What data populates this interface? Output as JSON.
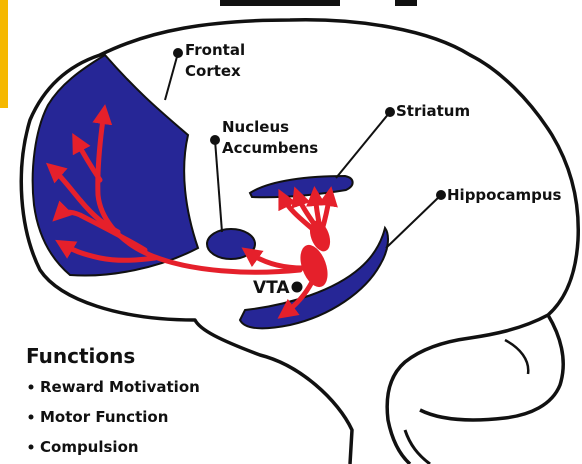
{
  "diagram": {
    "labels": {
      "frontal_cortex_line1": "Frontal",
      "frontal_cortex_line2": "Cortex",
      "nucleus_accumbens_line1": "Nucleus",
      "nucleus_accumbens_line2": "Accumbens",
      "striatum": "Striatum",
      "hippocampus": "Hippocampus",
      "vta": "VTA"
    },
    "colors": {
      "region_fill": "#262696",
      "pathway": "#e5202b",
      "outline": "#111111",
      "accent_bar": "#f5b800"
    }
  },
  "functions": {
    "title": "Functions",
    "items": [
      "Reward Motivation",
      "Motor Function",
      "Compulsion"
    ]
  }
}
